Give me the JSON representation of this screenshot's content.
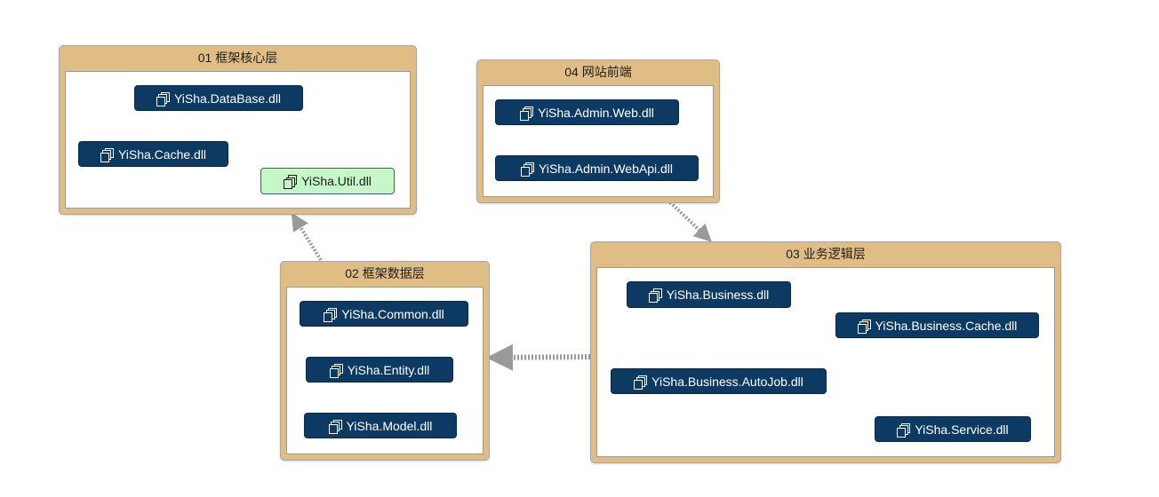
{
  "groups": {
    "core": {
      "title": "01 框架核心层"
    },
    "data": {
      "title": "02 框架数据层"
    },
    "business": {
      "title": "03 业务逻辑层"
    },
    "web": {
      "title": "04 网站前端"
    }
  },
  "nodes": {
    "database": "YiSha.DataBase.dll",
    "cache": "YiSha.Cache.dll",
    "util": "YiSha.Util.dll",
    "admin_web": "YiSha.Admin.Web.dll",
    "admin_webapi": "YiSha.Admin.WebApi.dll",
    "common": "YiSha.Common.dll",
    "entity": "YiSha.Entity.dll",
    "model": "YiSha.Model.dll",
    "business": "YiSha.Business.dll",
    "business_cache": "YiSha.Business.Cache.dll",
    "business_autojob": "YiSha.Business.AutoJob.dll",
    "service": "YiSha.Service.dll"
  },
  "icons": {
    "node_icon": "assembly-icon"
  },
  "colors": {
    "group_fill": "#dfbd85",
    "node_fill": "#0c3a63",
    "node_highlight_fill": "#c6f7c6",
    "edge": "#9a9a9a"
  }
}
